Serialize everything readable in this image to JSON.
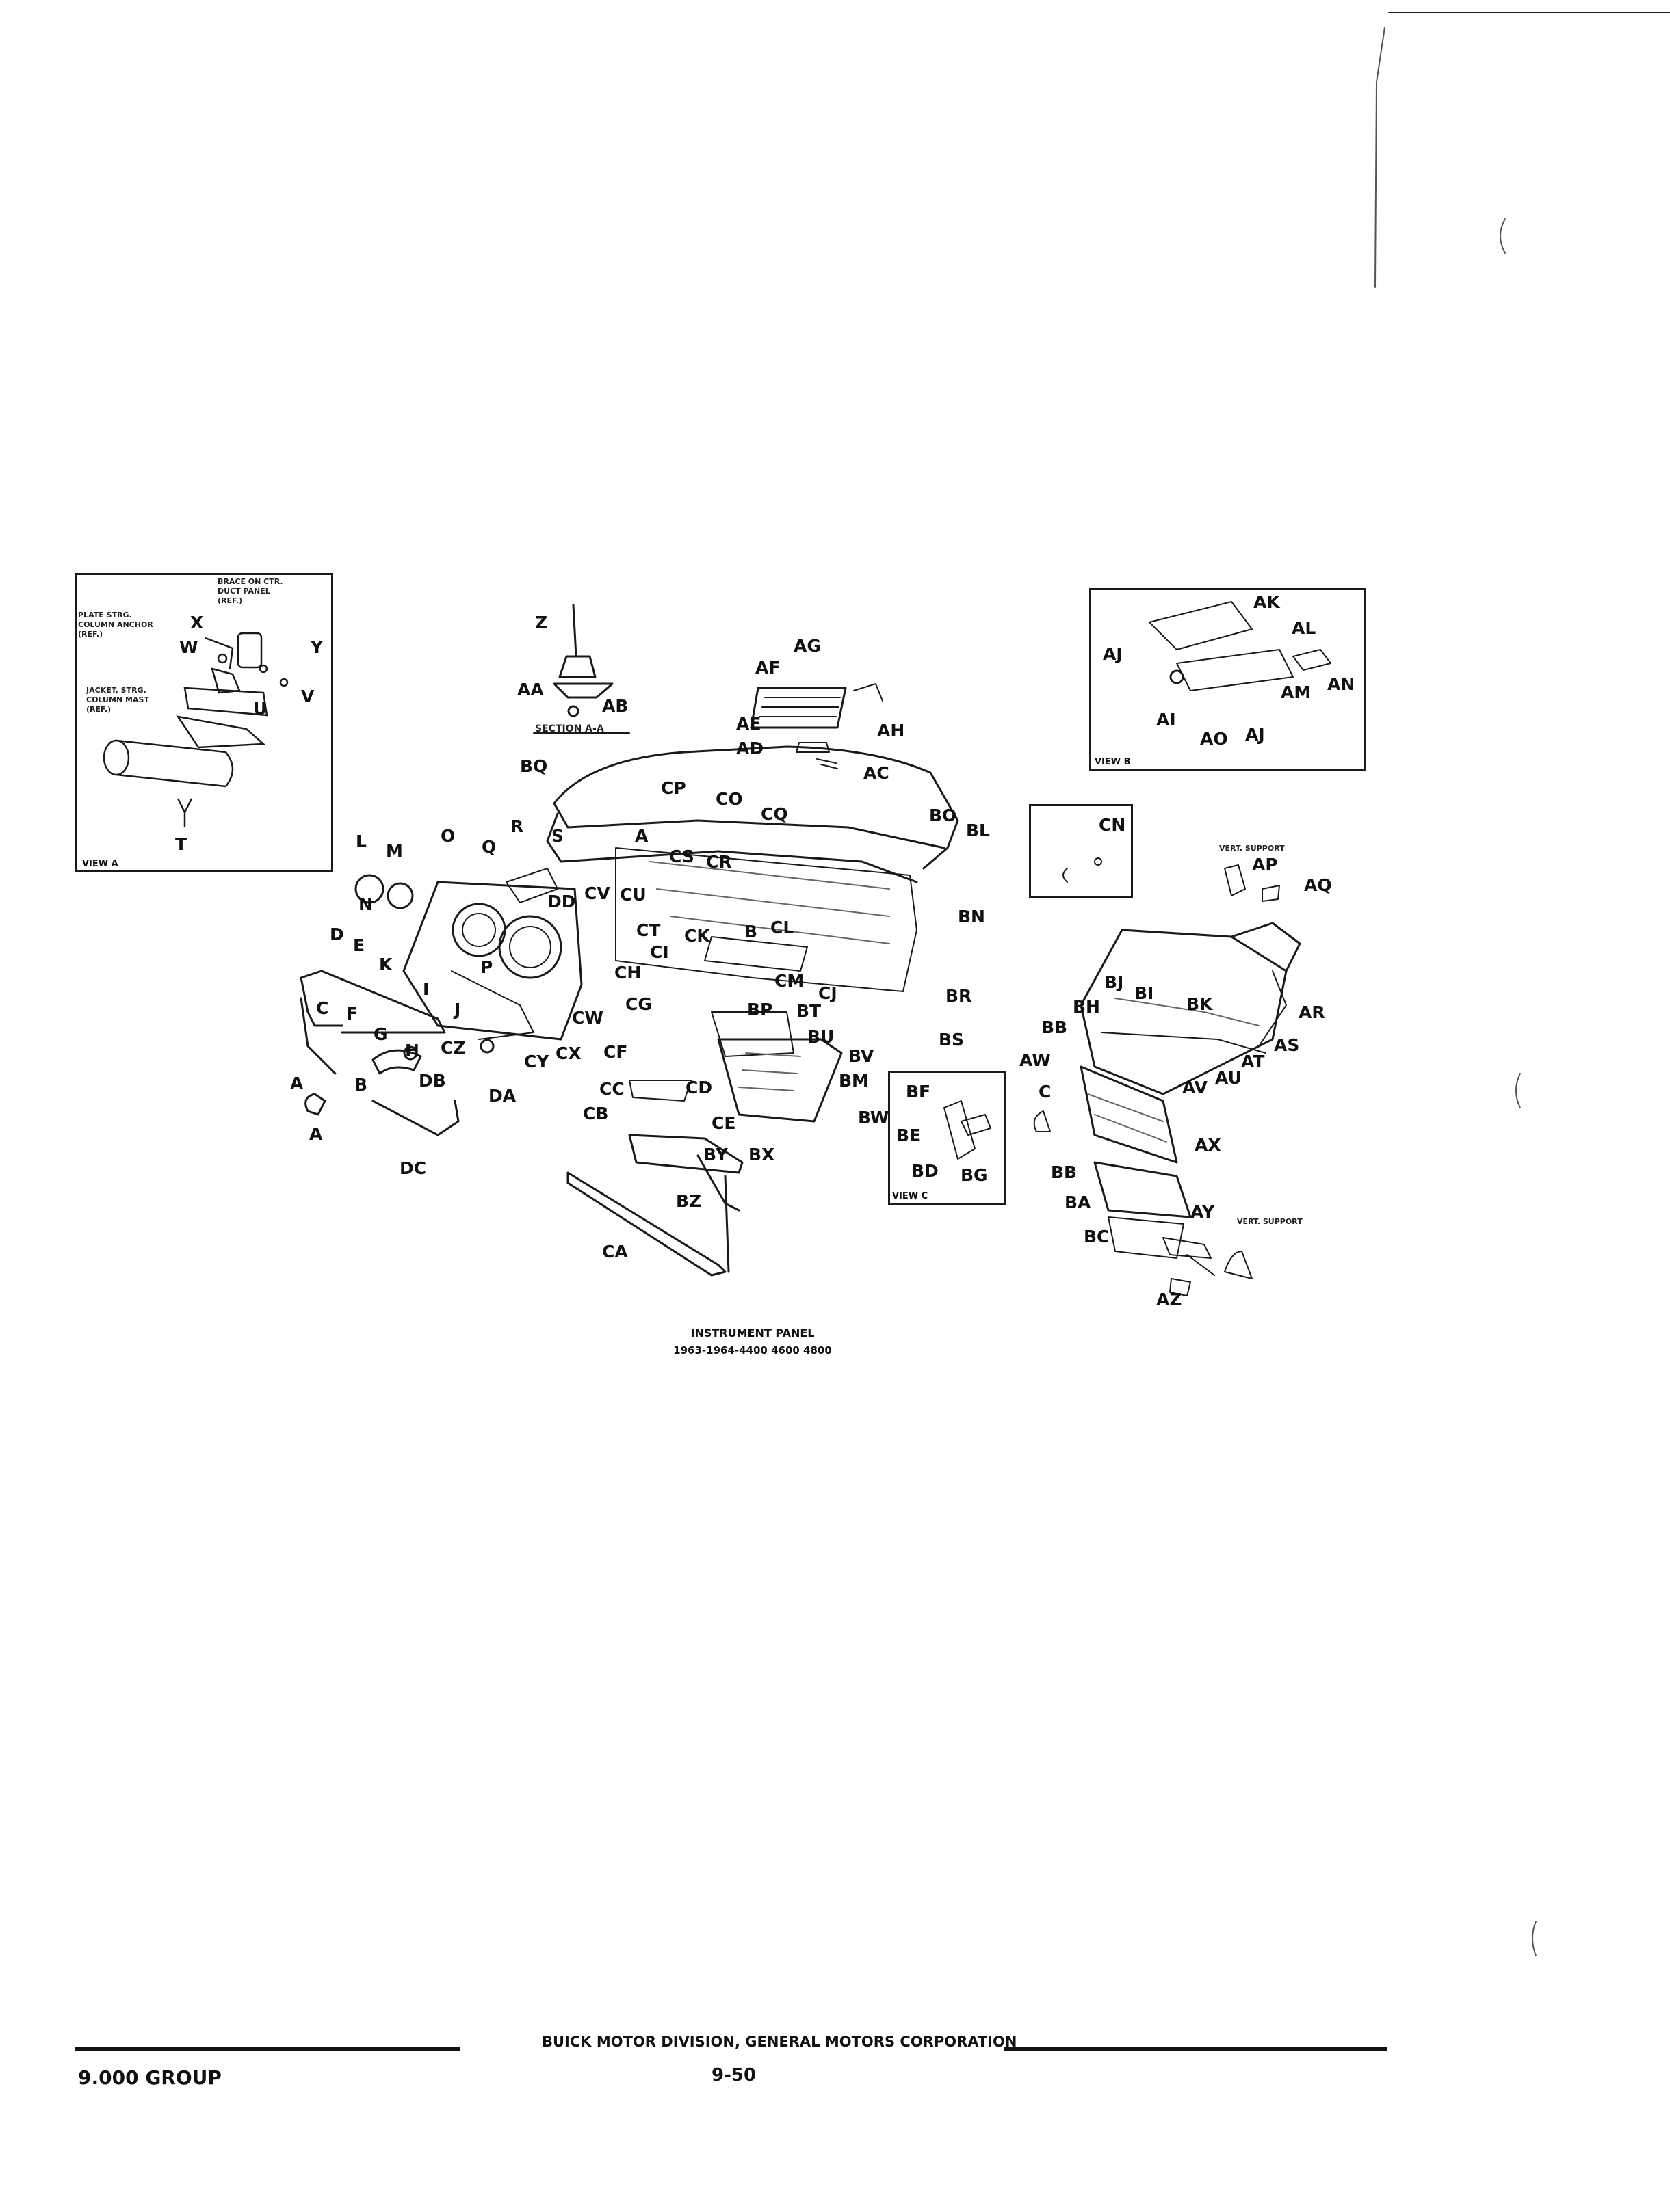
{
  "caption": {
    "title": "INSTRUMENT PANEL",
    "subtitle": "1963-1964-4400  4600  4800"
  },
  "section_aa": "SECTION A-A",
  "view_a": {
    "name": "VIEW A",
    "notes": {
      "brace": "BRACE ON CTR.\nDUCT PANEL\n(REF.)",
      "plate": "PLATE STRG.\nCOLUMN ANCHOR\n(REF.)",
      "jacket": "JACKET, STRG.\nCOLUMN MAST\n(REF.)"
    },
    "labels": [
      "X",
      "W",
      "Y",
      "V",
      "U",
      "T"
    ]
  },
  "view_b": {
    "name": "VIEW B",
    "labels": [
      "AK",
      "AL",
      "AJ",
      "AM",
      "AN",
      "AI",
      "AO",
      "AJ"
    ]
  },
  "view_c": {
    "name": "VIEW C",
    "labels": [
      "BF",
      "BE",
      "BD",
      "BG"
    ]
  },
  "cn_inset": {
    "label": "CN"
  },
  "vert_support_note": "VERT. SUPPORT",
  "labels": {
    "Z": "Z",
    "AA": "AA",
    "AB": "AB",
    "AG": "AG",
    "AF": "AF",
    "AE": "AE",
    "AH": "AH",
    "AD": "AD",
    "AC": "AC",
    "BQ": "BQ",
    "CP": "CP",
    "CO": "CO",
    "CQ": "CQ",
    "BO": "BO",
    "BL": "BL",
    "L": "L",
    "M": "M",
    "O": "O",
    "Q": "Q",
    "R": "R",
    "S": "S",
    "A1": "A",
    "CS": "CS",
    "CV": "CV",
    "CU": "CU",
    "CR": "CR",
    "DD": "DD",
    "N": "N",
    "BN": "BN",
    "CT": "CT",
    "B1": "B",
    "CL": "CL",
    "D": "D",
    "E": "E",
    "K": "K",
    "CK": "CK",
    "CH": "CH",
    "CI": "CI",
    "CM": "CM",
    "P": "P",
    "CJ": "CJ",
    "BR": "BR",
    "I": "I",
    "J": "J",
    "BP": "BP",
    "BT": "BT",
    "C": "C",
    "F": "F",
    "G": "G",
    "CW": "CW",
    "CG": "CG",
    "BU": "BU",
    "BS": "BS",
    "H": "H",
    "CZ": "CZ",
    "CF": "CF",
    "CY": "CY",
    "CX": "CX",
    "BV": "BV",
    "A2": "A",
    "B2": "B",
    "DB": "DB",
    "DA": "DA",
    "CC": "CC",
    "CD": "CD",
    "BM": "BM",
    "A3": "A",
    "CB": "CB",
    "CE": "CE",
    "BW": "BW",
    "DC": "DC",
    "BY": "BY",
    "BX": "BX",
    "BZ": "BZ",
    "CA": "CA",
    "AP": "AP",
    "AQ": "AQ",
    "BJ": "BJ",
    "BI": "BI",
    "BK": "BK",
    "BH": "BH",
    "AR": "AR",
    "BB1": "BB",
    "AS": "AS",
    "AW": "AW",
    "AT": "AT",
    "AU": "AU",
    "AV": "AV",
    "C2": "C",
    "AX": "AX",
    "BB2": "BB",
    "BA": "BA",
    "AY": "AY",
    "BC": "BC",
    "AZ": "AZ"
  },
  "footer": {
    "corporation": "BUICK MOTOR DIVISION, GENERAL MOTORS CORPORATION",
    "group": "9.000 GROUP",
    "page": "9-50"
  }
}
